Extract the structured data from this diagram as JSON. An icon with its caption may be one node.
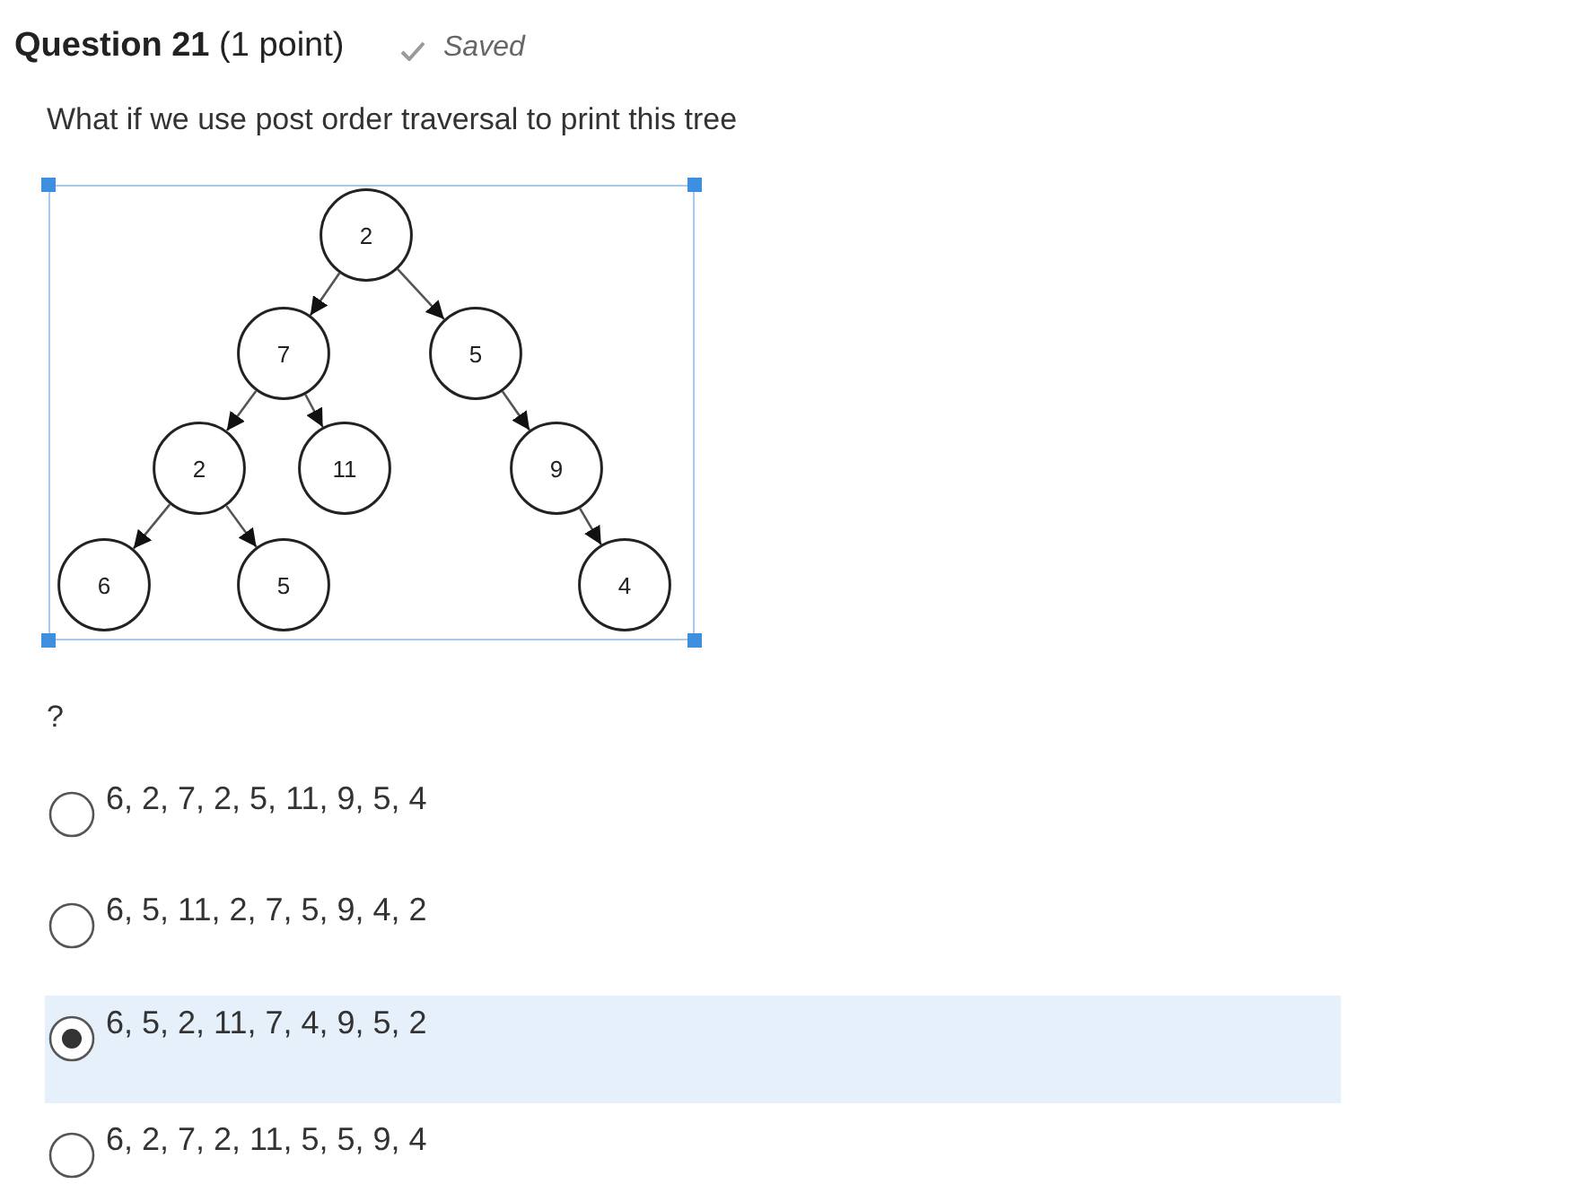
{
  "diagram": {
    "title": "**Question 21** (1 point)",
    "nodes": [
      {
        "text": [
          "2"
        ]
      },
      {
        "text": [
          "7"
        ]
      },
      {
        "text": [
          "5"
        ]
      },
      {
        "text": [
          "2"
        ]
      },
      {
        "text": [
          "11"
        ]
      },
      {
        "text": [
          "9"
        ]
      },
      {
        "text": [
          "6"
        ]
      },
      {
        "text": [
          "5"
        ]
      },
      {
        "text": [
          "4"
        ]
      }
    ],
    "edges": [
      {
        "from": 0,
        "to": 1,
        "arrow": "to"
      },
      {
        "from": 0,
        "to": 2,
        "arrow": "to"
      },
      {
        "from": 1,
        "to": 3,
        "arrow": "to"
      },
      {
        "from": 1,
        "to": 4,
        "arrow": "to"
      },
      {
        "from": 2,
        "to": 5,
        "arrow": "to"
      },
      {
        "from": 3,
        "to": 6,
        "arrow": "to"
      },
      {
        "from": 3,
        "to": 7,
        "arrow": "to"
      },
      {
        "from": 5,
        "to": 8,
        "arrow": "to"
      }
    ],
    "labels": [
      "Saved",
      "What if we use post order traversal to print this tree",
      "?",
      "6, 2, 7, 2, 5, 11, 9, 5, 4",
      "6, 5, 11, 2, 7, 5, 9, 4, 2",
      "6, 5, 2, 11, 7, 4, 9, 5, 2",
      "6, 2, 7, 2, 11, 5, 5, 9, 4"
    ]
  }
}
